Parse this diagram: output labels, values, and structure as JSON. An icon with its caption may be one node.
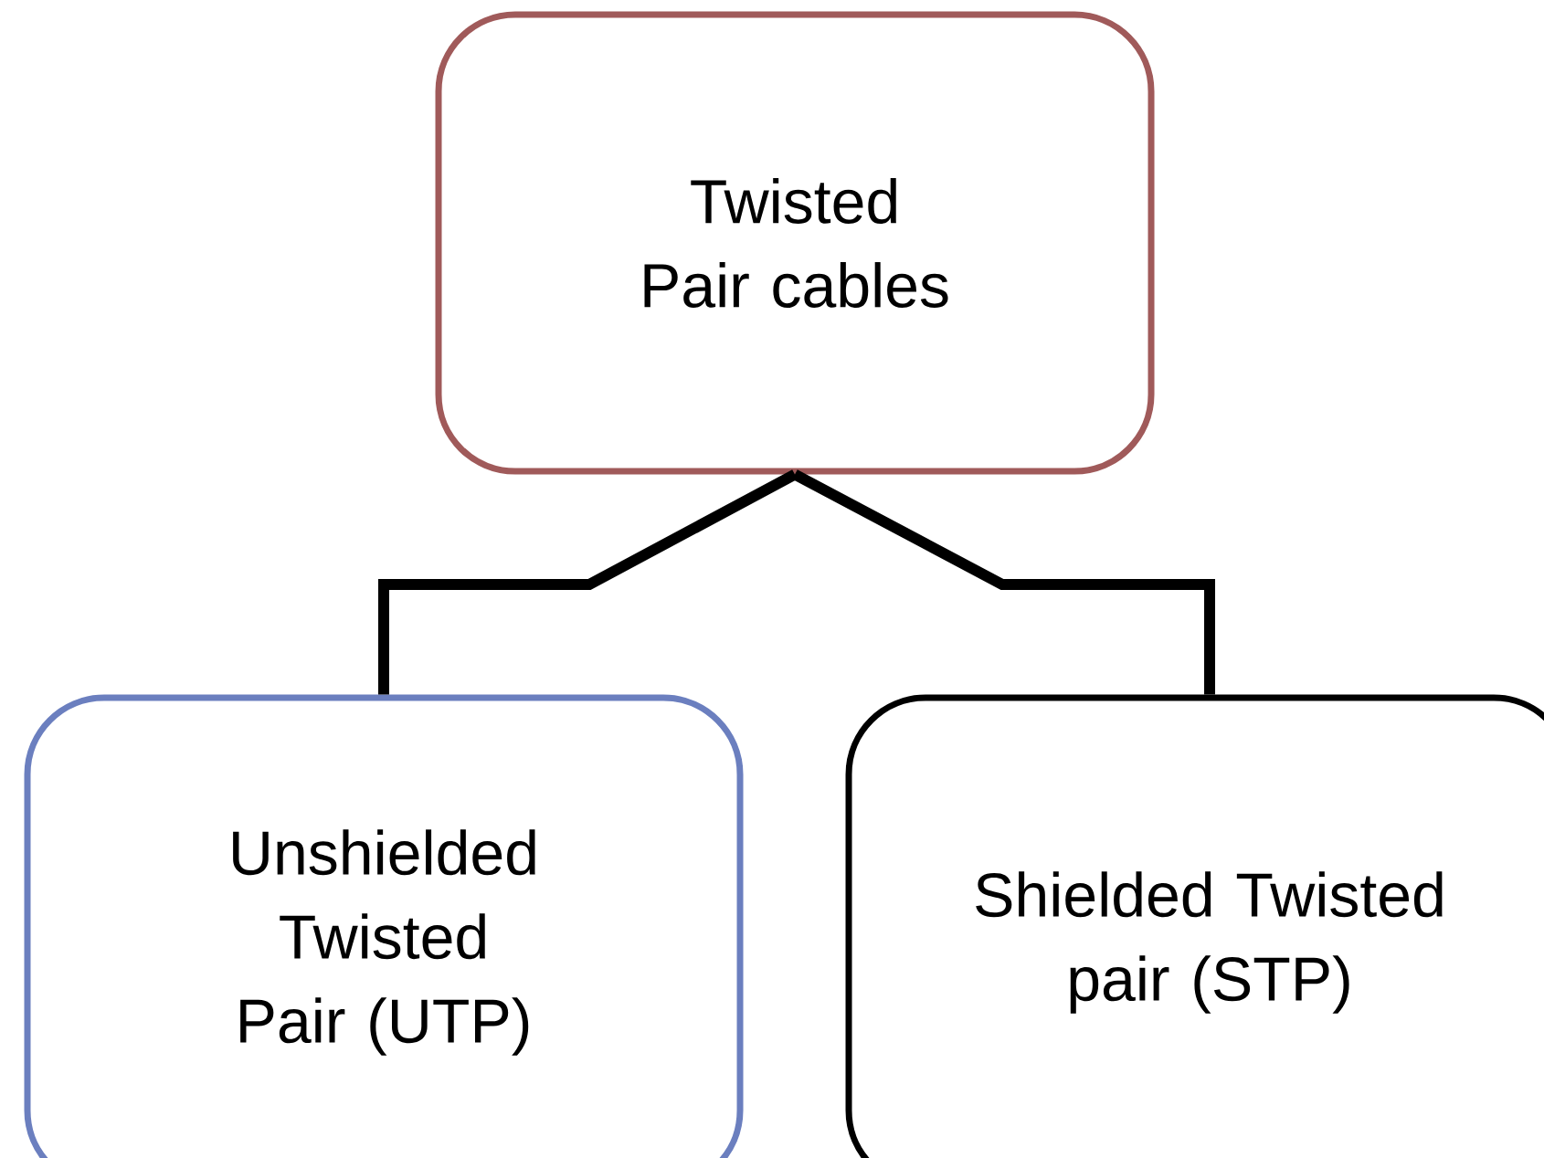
{
  "diagram": {
    "nodes": [
      {
        "text": [
          "Twisted Pair cables"
        ]
      },
      {
        "text": [
          "Unshielded Twisted Pair (UTP)"
        ]
      },
      {
        "text": [
          "Shielded Twisted pair (STP)"
        ]
      }
    ],
    "edges": [
      {
        "from": 0,
        "to": 1,
        "arrow": "none"
      },
      {
        "from": 0,
        "to": 2,
        "arrow": "none"
      }
    ]
  }
}
